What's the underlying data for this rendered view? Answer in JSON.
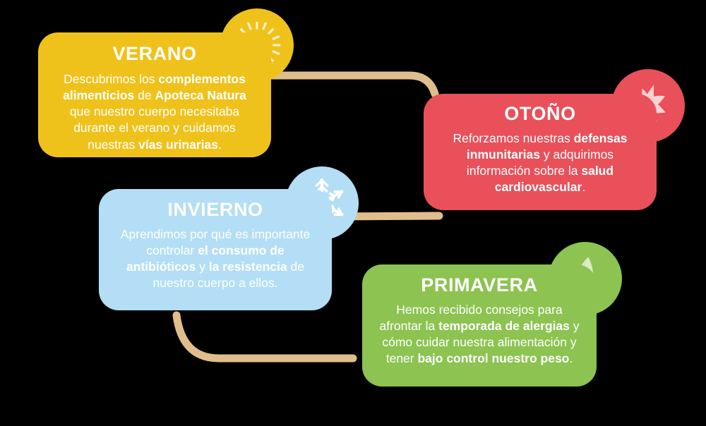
{
  "background_color": "#000000",
  "connector_color": "#E0BE8B",
  "cards": [
    {
      "id": "verano",
      "title": "VERANO",
      "color": "#EFC21B",
      "icon": "sun-icon",
      "icon_color": "#FAEFCB",
      "body_html": "Descubrimos los <b>complementos alimenticios</b> de <b>Apoteca Natura</b> que nuestro cuerpo necesitaba durante el verano y cuidamos nuestras <b>vías urinarias</b>.",
      "body_text": "Descubrimos los complementos alimenticios de Apoteca Natura que nuestro cuerpo necesitaba durante el verano y cuidamos nuestras vías urinarias."
    },
    {
      "id": "otono",
      "title": "OTOÑO",
      "color": "#E9505A",
      "icon": "maple-leaf-icon",
      "icon_color": "#FBD2D2",
      "body_html": "Reforzamos nuestras <b>defensas inmunitarias</b> y adquirimos información sobre la <b>salud cardiovascular</b>.",
      "body_text": "Reforzamos nuestras defensas inmunitarias y adquirimos información sobre la salud cardiovascular."
    },
    {
      "id": "invierno",
      "title": "INVIERNO",
      "color": "#B3DEF5",
      "icon": "snowflake-icon",
      "icon_color": "#FFFFFF",
      "body_html": "Aprendimos por qué es importante controlar <b>el consumo de antibióticos</b> y <b>la resistencia</b> de nuestro cuerpo a ellos.",
      "body_text": "Aprendimos por qué es importante controlar el consumo de antibióticos y la resistencia de nuestro cuerpo a ellos."
    },
    {
      "id": "primavera",
      "title": "PRIMAVERA",
      "color": "#8CC351",
      "icon": "sprout-icon",
      "icon_color": "#DCEBC6",
      "body_html": "Hemos recibido consejos para afrontar la <b>temporada de alergias</b> y cómo cuidar nuestra alimentación y tener <b>bajo control nuestro peso</b>.",
      "body_text": "Hemos recibido consejos para afrontar la temporada de alergias y cómo cuidar nuestra alimentación y tener bajo control nuestro peso."
    }
  ],
  "connectors": [
    {
      "from": "verano",
      "to": "otono"
    },
    {
      "from": "otono",
      "to": "invierno"
    },
    {
      "from": "invierno",
      "to": "primavera"
    }
  ]
}
